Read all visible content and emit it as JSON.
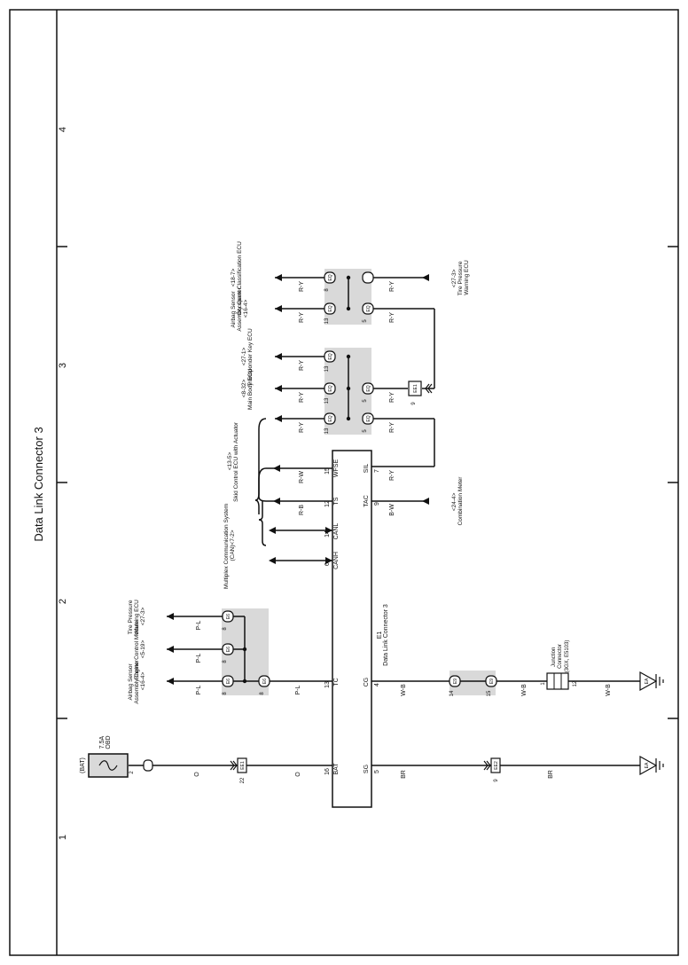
{
  "title": "Data Link Connector 3",
  "grid": [
    "1",
    "2",
    "3",
    "4"
  ],
  "main_connector": {
    "ref": "E1",
    "name": "Data Link Connector 3",
    "left_pins": [
      {
        "pin": "16",
        "name": "BAT"
      },
      {
        "pin": "13",
        "name": "TC"
      },
      {
        "pin": "6",
        "name": "CANH"
      },
      {
        "pin": "14",
        "name": "CANL"
      },
      {
        "pin": "12",
        "name": "TS"
      },
      {
        "pin": "15",
        "name": "WFSE"
      }
    ],
    "right_pins": [
      {
        "pin": "5",
        "name": "SG"
      },
      {
        "pin": "4",
        "name": "CG"
      },
      {
        "pin": "9",
        "name": "TAC"
      },
      {
        "pin": "7",
        "name": "SIL"
      }
    ]
  },
  "power": {
    "source": "(BAT)",
    "fuse_rating": "7.5A",
    "fuse_name": "OBD",
    "fuse_pin": "2",
    "junction_pin": "22",
    "junction_id": "EE1"
  },
  "wires": {
    "o": "O",
    "pl": "P-L",
    "rb": "R-B",
    "rw": "R-W",
    "ry": "R-Y",
    "bw": "B-W",
    "wb": "W-B",
    "br": "BR"
  },
  "left_devices": [
    {
      "label": "Airbag Sensor\nAssembly Center",
      "ref": "<16-4>"
    },
    {
      "label": "Engine Control Module",
      "ref": "<5-19>"
    },
    {
      "label": "Tire Pressure\nWarning ECU",
      "ref": "<27-3>"
    },
    {
      "label": "Multiplex Communication System\n(CAN)",
      "ref": "<7-2>"
    },
    {
      "label": "Skid Control ECU with Actuator",
      "ref": "<13-5>"
    },
    {
      "label": "Main Body ECU",
      "ref": "<8-32>"
    },
    {
      "label": "Transponder Key ECU",
      "ref": "<27-1>"
    },
    {
      "label": "Airbag Sensor\nAssembly Center",
      "ref": "<16-4>"
    },
    {
      "label": "Occupant Classification ECU",
      "ref": "<18-7>"
    }
  ],
  "right_devices": [
    {
      "label": "Combination Meter",
      "ref": "<24-4>"
    },
    {
      "label": "Tire Pressure\nWarning ECU",
      "ref": "<27-3>"
    }
  ],
  "junction_cg": {
    "label": "Junction\nConnector",
    "ids": "(3GX, E5103)",
    "pin_left": "1",
    "pin_right": "12"
  },
  "splices": {
    "tc_a": "E6",
    "tc_b": "E6",
    "tc_c": "E6",
    "tc_d": "E6",
    "cg_a": "E9",
    "cg_b": "E9",
    "ry_1": "EQ",
    "ry_2": "EQ",
    "ry_3": "EQ",
    "ry_4": "EQ",
    "ry_5": "EQ",
    "ry_6": "EQ",
    "ry_7": "EQ",
    "ry_8": "EQ"
  },
  "splice_pins": {
    "tc_a": "8",
    "tc_b": "8",
    "tc_c": "8",
    "tc_d": "8",
    "cg_a": "14",
    "cg_b": "15",
    "ry_1": "13",
    "ry_2": "13",
    "ry_3": "13",
    "ry_4": "13",
    "ry_5": "8",
    "ry_6": "5",
    "ry_7": "5",
    "ry_8": "5"
  },
  "jc_blocks": {
    "sg": {
      "id": "EE2",
      "pin": "9"
    },
    "ry": {
      "id": "EE1",
      "pin": "9"
    }
  },
  "grounds": {
    "cg": "EA",
    "sg": "EA"
  }
}
